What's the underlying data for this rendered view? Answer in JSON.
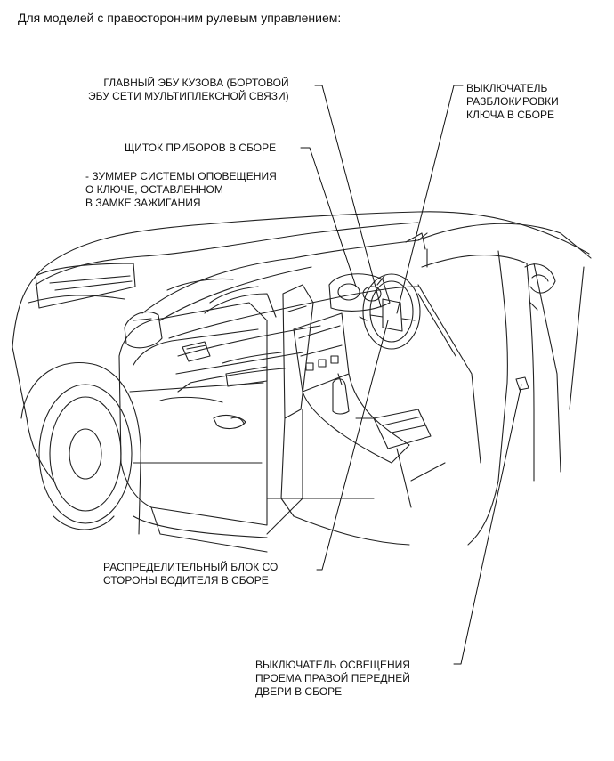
{
  "heading": "Для моделей с правосторонним рулевым управлением:",
  "labels": {
    "main_body_ecu": [
      "ГЛАВНЫЙ ЭБУ КУЗОВА (БОРТОВОЙ",
      "ЭБУ СЕТИ МУЛЬТИПЛЕКСНОЙ СВЯЗИ)"
    ],
    "unlock_switch": [
      "ВЫКЛЮЧАТЕЛЬ",
      "РАЗБЛОКИРОВКИ",
      "КЛЮЧА В СБОРЕ"
    ],
    "combination_meter": [
      "ЩИТОК ПРИБОРОВ В СБОРЕ"
    ],
    "buzzer": [
      "- ЗУММЕР СИСТЕМЫ ОПОВЕЩЕНИЯ",
      "О КЛЮЧЕ, ОСТАВЛЕННОМ",
      "В ЗАМКЕ ЗАЖИГАНИЯ"
    ],
    "junction_block": [
      "РАСПРЕДЕЛИТЕЛЬНЫЙ БЛОК СО",
      "СТОРОНЫ ВОДИТЕЛЯ В СБОРЕ"
    ],
    "courtesy_switch": [
      "ВЫКЛЮЧАТЕЛЬ ОСВЕЩЕНИЯ",
      "ПРОЕМА ПРАВОЙ ПЕРЕДНЕЙ",
      "ДВЕРИ В СБОРЕ"
    ]
  }
}
